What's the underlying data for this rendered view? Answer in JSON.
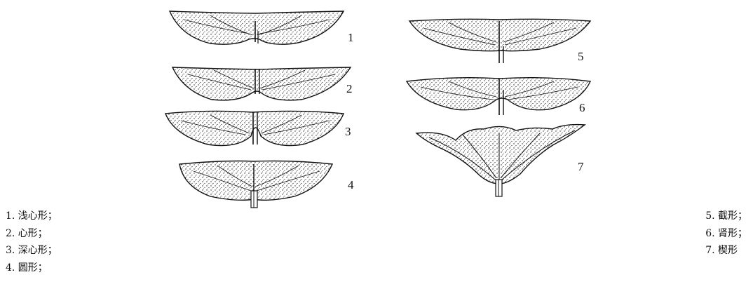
{
  "figure": {
    "leaves": [
      {
        "number": "1",
        "shape": "shallow-cordate"
      },
      {
        "number": "2",
        "shape": "cordate"
      },
      {
        "number": "3",
        "shape": "deep-cordate"
      },
      {
        "number": "4",
        "shape": "rounded"
      },
      {
        "number": "5",
        "shape": "truncate"
      },
      {
        "number": "6",
        "shape": "reniform"
      },
      {
        "number": "7",
        "shape": "cuneate"
      }
    ]
  },
  "legend": {
    "left": [
      "1. 浅心形；",
      "2. 心形；",
      "3. 深心形；",
      "4. 圆形；"
    ],
    "right": [
      "5. 截形；",
      "6. 肾形；",
      "7. 楔形"
    ]
  },
  "colors": {
    "ink": "#111111",
    "background": "#ffffff"
  }
}
